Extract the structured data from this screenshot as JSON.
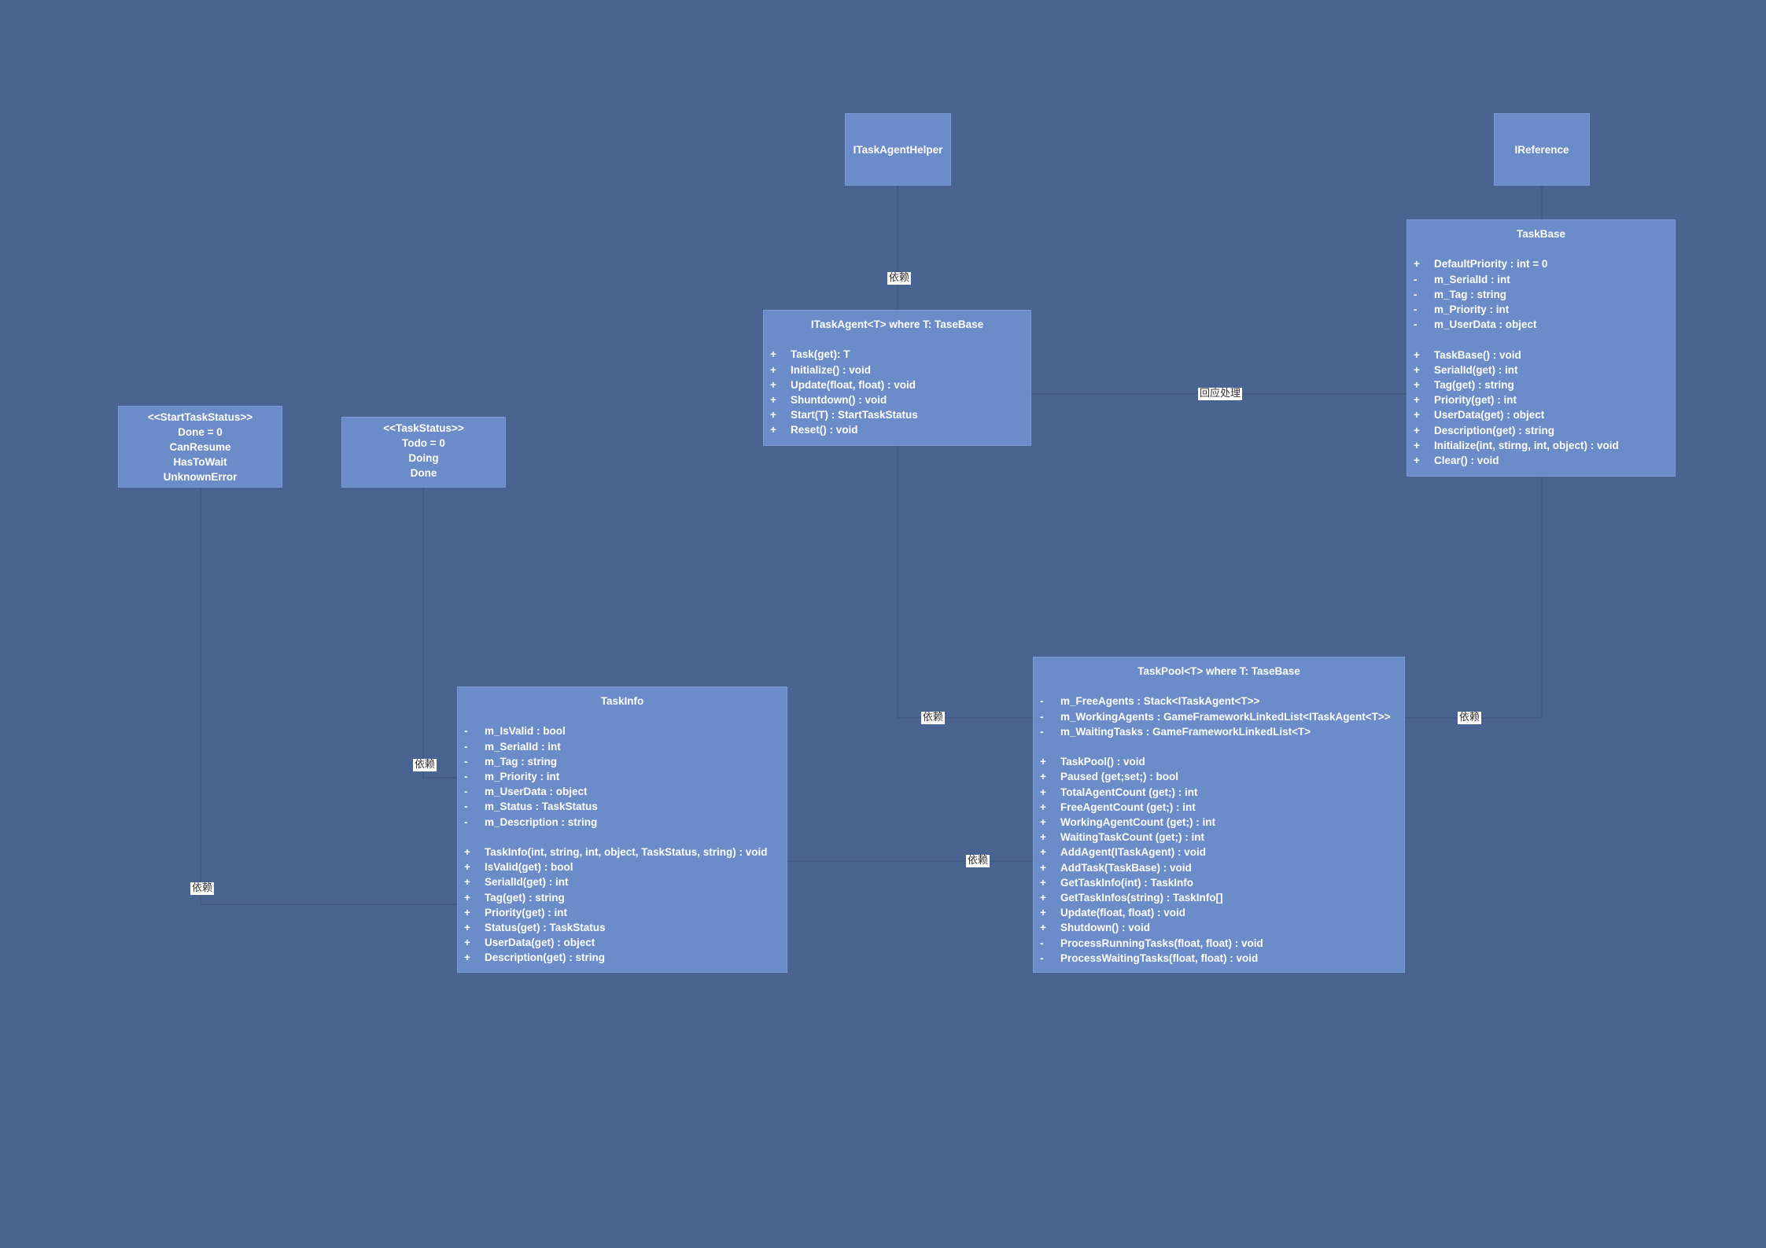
{
  "interfaces": {
    "helper": "ITaskAgentHelper",
    "reference": "IReference"
  },
  "enums": {
    "start_task_status": {
      "title": "<<StartTaskStatus>>",
      "values": [
        "Done = 0",
        "CanResume",
        "HasToWait",
        "UnknownError"
      ]
    },
    "task_status": {
      "title": "<<TaskStatus>>",
      "values": [
        "Todo = 0",
        "Doing",
        "Done"
      ]
    }
  },
  "classes": {
    "task_agent": {
      "title": "ITaskAgent<T> where T: TaseBase",
      "fields": [],
      "methods": [
        {
          "vis": "+",
          "text": "Task(get): T"
        },
        {
          "vis": "+",
          "text": "Initialize() : void"
        },
        {
          "vis": "+",
          "text": "Update(float, float) : void"
        },
        {
          "vis": "+",
          "text": "Shuntdown() : void"
        },
        {
          "vis": "+",
          "text": "Start(T) : StartTaskStatus"
        },
        {
          "vis": "+",
          "text": "Reset() : void"
        }
      ]
    },
    "task_base": {
      "title": "TaskBase",
      "fields": [
        {
          "vis": "+",
          "text": "DefaultPriority : int = 0"
        },
        {
          "vis": "-",
          "text": "m_SerialId : int"
        },
        {
          "vis": "-",
          "text": "m_Tag : string"
        },
        {
          "vis": "-",
          "text": "m_Priority : int"
        },
        {
          "vis": "-",
          "text": "m_UserData : object"
        }
      ],
      "methods": [
        {
          "vis": "+",
          "text": "TaskBase() : void"
        },
        {
          "vis": "+",
          "text": "SerialId(get) : int"
        },
        {
          "vis": "+",
          "text": "Tag(get) : string"
        },
        {
          "vis": "+",
          "text": "Priority(get) : int"
        },
        {
          "vis": "+",
          "text": "UserData(get) : object"
        },
        {
          "vis": "+",
          "text": "Description(get) : string"
        },
        {
          "vis": "+",
          "text": "Initialize(int, stirng, int, object) : void"
        },
        {
          "vis": "+",
          "text": "Clear() : void"
        }
      ]
    },
    "task_info": {
      "title": "TaskInfo",
      "fields": [
        {
          "vis": "-",
          "text": "m_IsValid : bool"
        },
        {
          "vis": "-",
          "text": "m_SerialId : int"
        },
        {
          "vis": "-",
          "text": "m_Tag : string"
        },
        {
          "vis": "-",
          "text": "m_Priority : int"
        },
        {
          "vis": "-",
          "text": "m_UserData : object"
        },
        {
          "vis": "-",
          "text": "m_Status : TaskStatus"
        },
        {
          "vis": "-",
          "text": "m_Description : string"
        }
      ],
      "methods": [
        {
          "vis": "+",
          "text": "TaskInfo(int, string, int, object, TaskStatus, string) : void"
        },
        {
          "vis": "+",
          "text": "IsValid(get) : bool"
        },
        {
          "vis": "+",
          "text": "SerialId(get) : int"
        },
        {
          "vis": "+",
          "text": "Tag(get) : string"
        },
        {
          "vis": "+",
          "text": "Priority(get) : int"
        },
        {
          "vis": "+",
          "text": "Status(get) : TaskStatus"
        },
        {
          "vis": "+",
          "text": "UserData(get) : object"
        },
        {
          "vis": "+",
          "text": "Description(get) : string"
        }
      ]
    },
    "task_pool": {
      "title": "TaskPool<T> where T: TaseBase",
      "fields": [
        {
          "vis": "-",
          "text": "m_FreeAgents : Stack<ITaskAgent<T>>"
        },
        {
          "vis": "-",
          "text": "m_WorkingAgents : GameFrameworkLinkedList<ITaskAgent<T>>"
        },
        {
          "vis": "-",
          "text": "m_WaitingTasks : GameFrameworkLinkedList<T>"
        }
      ],
      "methods": [
        {
          "vis": "+",
          "text": "TaskPool() : void"
        },
        {
          "vis": "+",
          "text": "Paused (get;set;) : bool"
        },
        {
          "vis": "+",
          "text": "TotalAgentCount (get;) : int"
        },
        {
          "vis": "+",
          "text": "FreeAgentCount (get;) : int"
        },
        {
          "vis": "+",
          "text": "WorkingAgentCount (get;) : int"
        },
        {
          "vis": "+",
          "text": "WaitingTaskCount (get;) : int"
        },
        {
          "vis": "+",
          "text": "AddAgent(ITaskAgent) : void"
        },
        {
          "vis": "+",
          "text": "AddTask(TaskBase) : void"
        },
        {
          "vis": "+",
          "text": "GetTaskInfo(int) : TaskInfo"
        },
        {
          "vis": "+",
          "text": "GetTaskInfos(string) : TaskInfo[]"
        },
        {
          "vis": "+",
          "text": "Update(float, float) : void"
        },
        {
          "vis": "+",
          "text": "Shutdown() : void"
        },
        {
          "vis": "-",
          "text": "ProcessRunningTasks(float, float) : void"
        },
        {
          "vis": "-",
          "text": "ProcessWaitingTasks(float, float) : void"
        }
      ]
    }
  },
  "edge_labels": {
    "helper_agent": "依赖",
    "agent_base": "回应处理",
    "pool_agent": "依赖",
    "pool_base": "依赖",
    "pool_info": "依赖",
    "info_status": "依赖",
    "info_start": "依赖"
  },
  "colors": {
    "background": "#4a6491",
    "box_fill": "#6b8cc8",
    "line": "#3f5680"
  }
}
